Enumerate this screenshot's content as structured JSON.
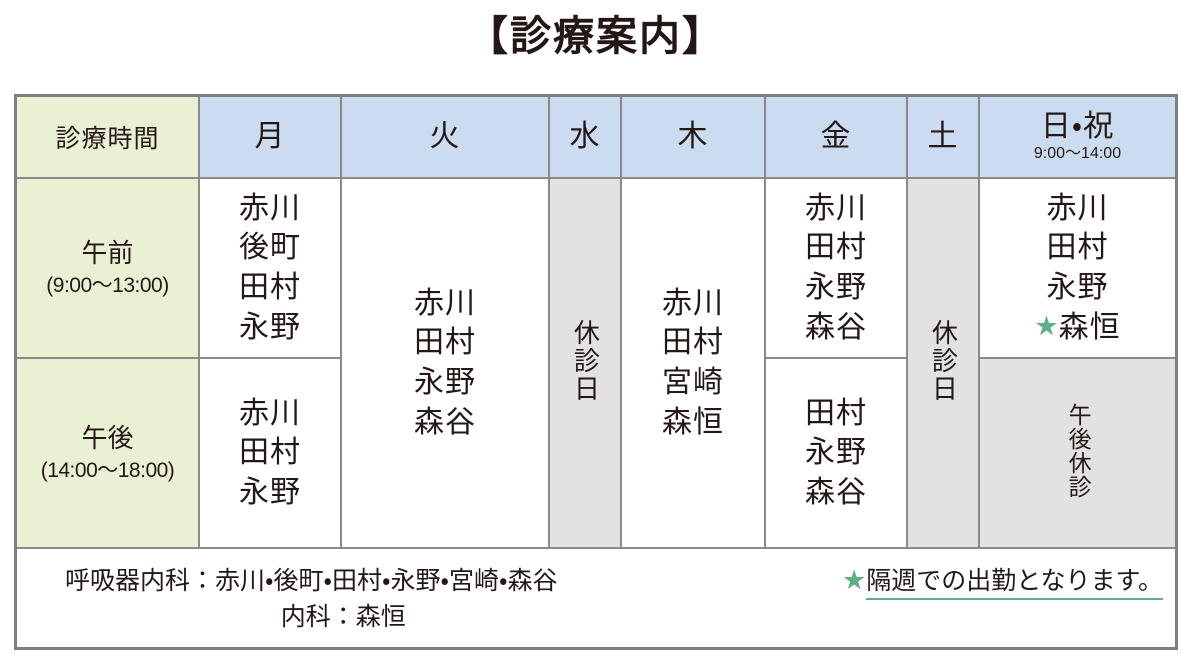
{
  "title": "【診療案内】",
  "table": {
    "header": {
      "time_label": "診療時間",
      "days": [
        {
          "label": "月",
          "sub": ""
        },
        {
          "label": "火",
          "sub": ""
        },
        {
          "label": "水",
          "sub": ""
        },
        {
          "label": "木",
          "sub": ""
        },
        {
          "label": "金",
          "sub": ""
        },
        {
          "label": "土",
          "sub": ""
        },
        {
          "label": "日・祝",
          "sub": "9:00～14:00"
        }
      ]
    },
    "rows": {
      "am": {
        "label": "午前",
        "hours": "(9:00～13:00)",
        "mon": [
          "赤川",
          "後町",
          "田村",
          "永野"
        ],
        "fri": [
          "赤川",
          "田村",
          "永野",
          "森谷"
        ],
        "sun": [
          "赤川",
          "田村",
          "永野",
          "森恒"
        ],
        "sun_star_index": 3
      },
      "pm": {
        "label": "午後",
        "hours": "(14:00～18:00)",
        "mon": [
          "赤川",
          "田村",
          "永野"
        ],
        "fri": [
          "田村",
          "永野",
          "森谷"
        ],
        "sun_closed": "午後休診"
      },
      "merged": {
        "tue": [
          "赤川",
          "田村",
          "永野",
          "森谷"
        ],
        "thu": [
          "赤川",
          "田村",
          "宮崎",
          "森恒"
        ],
        "wed_closed": "休診日",
        "sat_closed": "休診日"
      }
    }
  },
  "footer": {
    "dept_respiratory": "呼吸器内科：赤川・後町・田村・永野・宮崎・森谷",
    "dept_internal": "内科：森恒",
    "note_star": "★",
    "note_text": "隔週での出勤となります。"
  },
  "icons": {
    "star": "★"
  },
  "colors": {
    "header_blue": "#ccdcf0",
    "time_olive": "#eaf0d3",
    "closed_gray": "#e2e2e2",
    "accent_green": "#5cb083",
    "border_gray": "#8a8a8a",
    "text": "#231815"
  }
}
